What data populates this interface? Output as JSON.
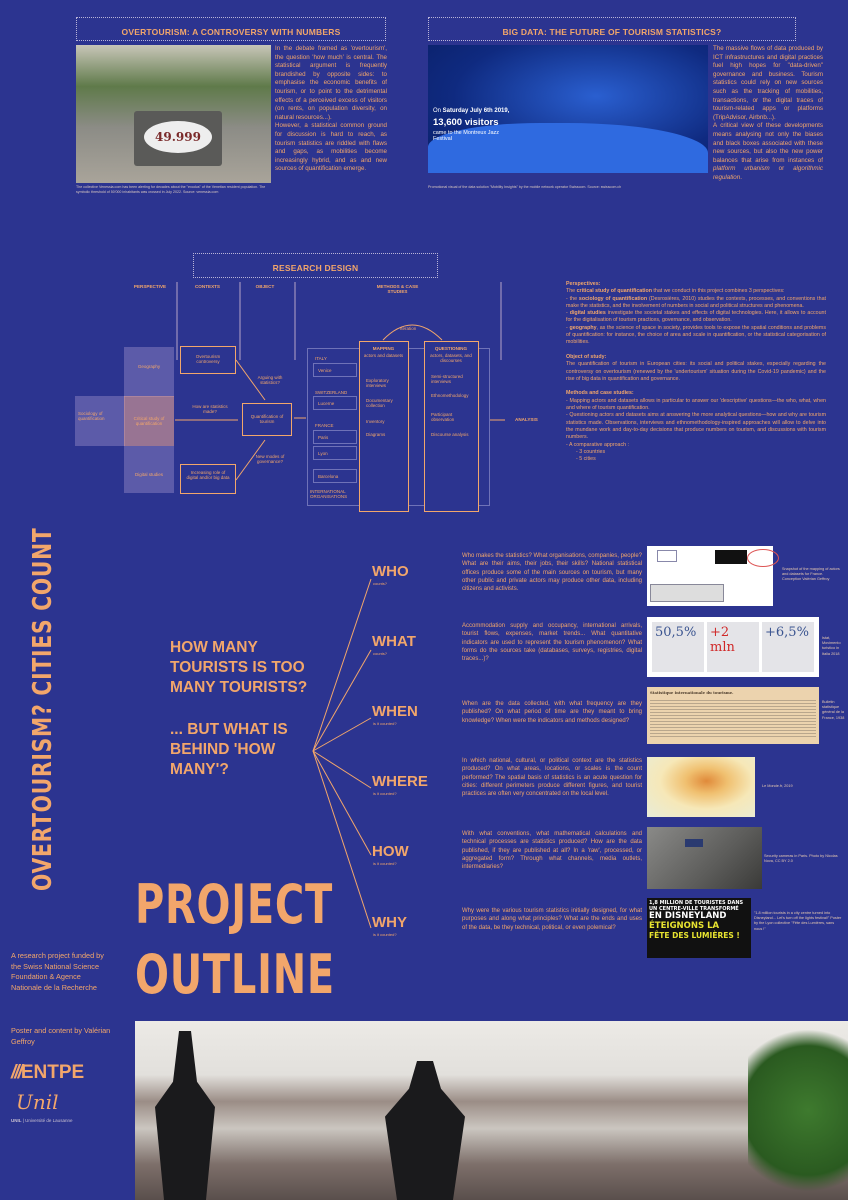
{
  "top_left": {
    "title": "OVERTOURISM: A CONTROVERSY WITH NUMBERS",
    "flag_number": "49.999",
    "text": "In the debate framed as 'overtourism', the question 'how much' is central. The statistical argument is frequently brandished by opposite sides: to emphasise the economic benefits of tourism, or to point to the detrimental effects of a perceived excess of visitors (on rents, on population diversity, on natural resources...).",
    "text2": "However, a statistical common ground for discussion is hard to reach, as tourism statistics are riddled with flaws and gaps, as mobilities become increasingly hybrid, and as and new sources of quantification emerge.",
    "caption": "The collective Venessia.com has been alerting for decades about the \"exodus\" of the Venetian resident population. The symbolic threshold of 50'000 inhabitants was crossed in July 2022. Source: venessia.com"
  },
  "top_right": {
    "title": "BIG DATA: THE FUTURE OF TOURISM STATISTICS?",
    "visual_date_pre": "On ",
    "visual_date": "Saturday July 6th 2019,",
    "visual_count": "13,600 visitors",
    "visual_sub": "came to the Montreux Jazz Festival",
    "text": "The massive flows of data produced by ICT infrastructures and digital practices fuel high hopes for \"data-driven\" governance and business. Tourism statistics could rely on new sources such as the tracking of mobilities, transactions, or the digital traces of tourism-related apps or platforms (TripAdvisor, Airbnb...).",
    "text2a": "A critical view of these developments means analysing not only the biases and black boxes associated with these new sources, but also the new power balances that arise from instances of ",
    "text2_em1": "platform urbanism",
    "text2_mid": " or ",
    "text2_em2": "algorithmic regulation",
    "text2_end": ".",
    "caption": "Promotional visual of the data solution \"Mobility Insights\" by the mobile network operator Swisscom. Source: swisscom.ch"
  },
  "research_design": {
    "title": "RESEARCH DESIGN",
    "columns": [
      "PERSPECTIVE",
      "CONTEXTS",
      "OBJECT",
      "METHODS & CASE STUDIES"
    ],
    "perspectives": [
      "Geography",
      "Critical study of quantification",
      "Digital studies",
      "Sociology of quantification"
    ],
    "contexts": [
      "Overtourism controversy",
      "Increasing role of digital and/or big data"
    ],
    "arrows": [
      "Arguing with statistics?",
      "How are statistics made?",
      "New modes of governance?"
    ],
    "object": "Quantification of tourism",
    "iteration": "Iteration",
    "countries": [
      "ITALY",
      "SWITZERLAND",
      "FRANCE"
    ],
    "cities": [
      "Venice",
      "Lucerne",
      "Paris",
      "Lyon",
      "Barcelona"
    ],
    "intl": "INTERNATIONAL ORGANISATIONS",
    "mapping": {
      "title": "MAPPING",
      "sub": "actors and datasets",
      "items": [
        "Exploratory interviews",
        "Documentary collection",
        "Inventory",
        "Diagrams"
      ]
    },
    "questioning": {
      "title": "QUESTIONING",
      "sub": "actors, datasets, and discourses",
      "items": [
        "Semi-structured interviews",
        "Ethnomethodology",
        "Participant observation",
        "Discourse analysis"
      ]
    },
    "analysis": "ANALYSIS"
  },
  "description": {
    "perspectives_h": "Perspectives:",
    "p1a": "The ",
    "p1b": "critical study of quantification",
    "p1c": " that we conduct in this project combines 3 perspectives:",
    "p2a": "- the ",
    "p2b": "sociology of quantification",
    "p2c": " (Desrosières, 2010) studies the contexts, processes, and conventions that make the statistics, and the involvement of numbers in social and political structures and phenomena.",
    "p3a": "- ",
    "p3b": "digital studies",
    "p3c": " investigate the societal stakes and effects of digital technologies. Here, it allows to account for the digitalisation of tourism practices, governance, and observation.",
    "p4a": "- ",
    "p4b": "geography",
    "p4c": ", as the science of space in society, provides tools to expose the spatial conditions and problems of quantification: for instance, the choice of area and scale in quantification, or the statistical categorisation of mobilities.",
    "object_h": "Object of study:",
    "object": "The quantification of tourism in European cities: its social and political stakes, especially regarding the controversy on overtourism (renewed by the 'undertourism' situation during the Covid-19 pandemic) and the rise of big data in quantification and governance.",
    "methods_h": "Methods and case studies:",
    "m1": "- Mapping actors and datasets allows in particular to answer our 'descriptive' questions—the who, what, when and where of tourism quantification.",
    "m2": "- Questioning actors and datasets aims at answering the more analytical questions—how and why are tourism statistics made. Observations, interviews and ethnomethodology-inspired approaches will allow to delve into the mundane work and day-to-day decisions that produce numbers on tourism, and discussions with tourism numbers.",
    "m3": "- A comparative approach :",
    "m4": "- 3 countries",
    "m5": "- 5 cities"
  },
  "vertical_title": "OVERTOURISM? CITIES COUNT",
  "central_q1": "HOW MANY TOURISTS IS TOO MANY TOURISTS?",
  "central_q2": "... BUT WHAT IS BEHIND 'HOW MANY'?",
  "questions": [
    {
      "word": "WHO",
      "sub": "counts?",
      "text": "Who makes the statistics? What organisations, companies, people? What are their aims, their jobs, their skills? National statistical offices produce some of the main sources on tourism, but many other public and private actors may produce other data, including citizens and activists.",
      "caption": "Snapshot of the mapping of actors and datasets for France. Conception Valérian Geffroy"
    },
    {
      "word": "WHAT",
      "sub": "counts?",
      "text": "Accommodation supply and occupancy, international arrivals, tourist flows, expenses, market trends... What quantitative indicators are used to represent the tourism phenomenon? What forms do the sources take (databases, surveys, registries, digital traces...)?",
      "caption": "Istat, Movimento turistico in Italia 2018",
      "stats": [
        "50,5%",
        "+2 mln",
        "+6,5%"
      ]
    },
    {
      "word": "WHEN",
      "sub": "is it counted?",
      "text": "When are the data collected, with what frequency are they published? On what period of time are they meant to bring knowledge? When were the indicators and methods designed?",
      "caption": "Bulletin statistique général de la France, 1938",
      "doc_title": "Statistique internationale du tourisme."
    },
    {
      "word": "WHERE",
      "sub": "is it counted?",
      "text": "In which national, cultural, or political context are the statistics produced? On what areas, locations, or scales is the count performed? The spatial basis of statistics is an acute question for cities: different perimeters produce different figures, and tourist practices are often very concentrated on the local level.",
      "caption": "Le Monde.fr, 2019"
    },
    {
      "word": "HOW",
      "sub": "is it counted?",
      "text": "With what conventions, what mathematical calculations and technical processes are statistics produced? How are the data published, if they are published at all? In a 'raw', processed, or aggregated form? Through what channels, media outlets, intermediaries?",
      "caption": "Security cameras in Paris. Photo by Nicolas Nova, CC BY 2.0"
    },
    {
      "word": "WHY",
      "sub": "is it counted?",
      "text": "Why were the various tourism statistics initially designed, for what purposes and along what principles? What are the ends and uses of the data, be they technical, political, or even polemical?",
      "caption": "\"1.8 million tourists in a city centre turned into Disneyland... Let's turn off the lights festival!\" Poster by the Lyon collective \"Fête des Lumières, sans nous !\"",
      "poster_lines": [
        "1,8 MILLION DE TOURISTES DANS",
        "UN CENTRE-VILLE TRANSFORMÉ",
        "EN DISNEYLAND",
        "ÉTEIGNONS LA",
        "FÊTE DES LUMIÈRES !"
      ]
    }
  ],
  "project_outline": [
    "PROJECT",
    "OUTLINE"
  ],
  "credits": {
    "funding": "A research project funded by the Swiss National Science Foundation & Agence Nationale de la Recherche",
    "author": "Poster and content by Valérian Geffroy",
    "logo1": "ENTPE",
    "logo2": "Unil",
    "logo2_sub_b": "UNIL",
    "logo2_sub": " | Université de Lausanne"
  },
  "colors": {
    "background": "#2c3490",
    "accent": "#f2a66b"
  }
}
